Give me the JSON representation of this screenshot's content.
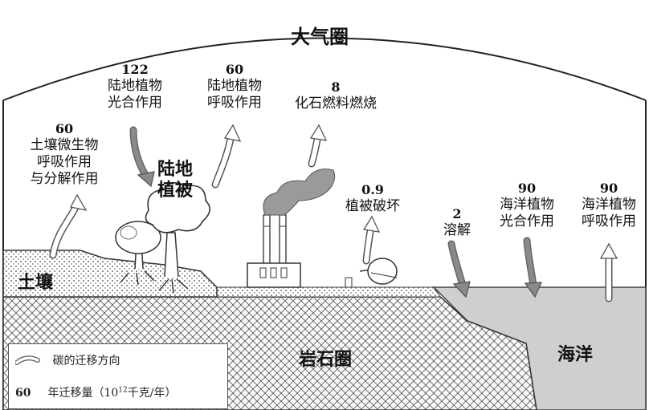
{
  "regions": {
    "atmosphere": "大气圈",
    "land_vegetation": [
      "陆地",
      "植被"
    ],
    "soil": "土壤",
    "rock": "岩石圈",
    "ocean": "海洋"
  },
  "flows": [
    {
      "value": "60",
      "lines": [
        "土壤微生物",
        "呼吸作用",
        "与分解作用"
      ]
    },
    {
      "value": "122",
      "lines": [
        "陆地植物",
        "光合作用"
      ]
    },
    {
      "value": "60",
      "lines": [
        "陆地植物",
        "呼吸作用"
      ]
    },
    {
      "value": "8",
      "lines": [
        "化石燃料燃烧"
      ]
    },
    {
      "value": "0.9",
      "lines": [
        "植被破坏"
      ]
    },
    {
      "value": "2",
      "lines": [
        "溶解"
      ]
    },
    {
      "value": "90",
      "lines": [
        "海洋植物",
        "光合作用"
      ]
    },
    {
      "value": "90",
      "lines": [
        "海洋植物",
        "呼吸作用"
      ]
    }
  ],
  "legend": {
    "arrow_text": "碳的迁移方向",
    "value_sample": "60",
    "value_text_pre": "年迁移量（10",
    "value_text_sup": "12",
    "value_text_post": "千克/年）"
  },
  "colors": {
    "ocean_fill": "#cfcfcf",
    "arrow_dark": "#8a8a8a",
    "arrow_light": "#ffffff",
    "outline": "#333333"
  },
  "icons": [
    "trees-icon",
    "factory-icon",
    "stump-tree-icon"
  ]
}
